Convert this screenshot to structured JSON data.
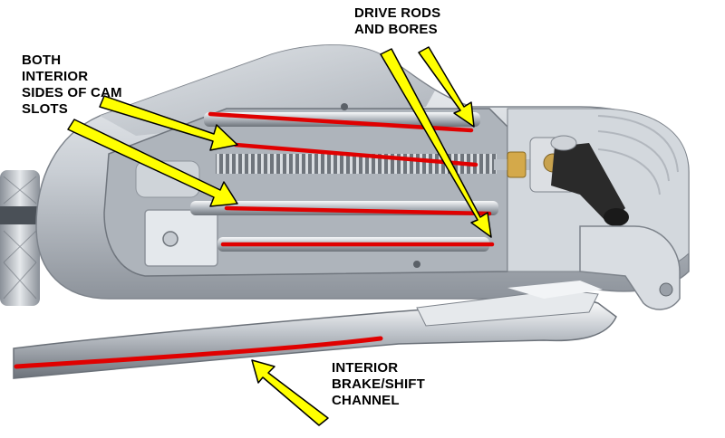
{
  "photo": {
    "subject": "machined aluminum shifter mechanism"
  },
  "callouts": {
    "drive_rods": {
      "lines": [
        "DRIVE RODS",
        "AND BORES"
      ]
    },
    "cam_slots": {
      "lines": [
        "BOTH",
        "INTERIOR",
        "SIDES OF CAM",
        "SLOTS"
      ]
    },
    "channel": {
      "lines": [
        "INTERIOR",
        "BRAKE/SHIFT",
        "CHANNEL"
      ]
    }
  },
  "colors": {
    "highlight": "#e00000",
    "arrow": "#ffff00",
    "arrow_outline": "#000000",
    "metal_light": "#e9ecef",
    "metal_mid": "#b9bfc6",
    "metal_dark": "#7a8088",
    "knob": "#2a2a2a"
  }
}
